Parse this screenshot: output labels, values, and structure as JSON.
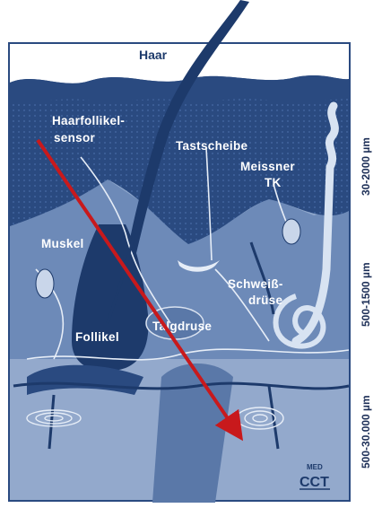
{
  "diagram": {
    "labels": {
      "hair": "Haar",
      "hair_follicle_sensor_1": "Haarfollikel-",
      "hair_follicle_sensor_2": "sensor",
      "tactile_disc": "Tastscheibe",
      "meissner_1": "Meissner",
      "meissner_2": "TK",
      "muscle": "Muskel",
      "sweat_gland_1": "Schweiß-",
      "sweat_gland_2": "drüse",
      "follicle": "Follikel",
      "sebaceous_gland": "Talgdruse"
    },
    "depth_scale": {
      "epidermis": "30-2000 µm",
      "dermis": "500-1500 µm",
      "subcutis": "500-30.000 µm"
    },
    "logo": {
      "top": "MED",
      "bottom": "CCT"
    },
    "colors": {
      "background": "#ffffff",
      "epidermis": "#2a4a80",
      "dermis": "#6d8ab8",
      "subcutis": "#93a9cc",
      "dark_structure": "#1d3a6b",
      "arrow": "#c8191c"
    }
  }
}
